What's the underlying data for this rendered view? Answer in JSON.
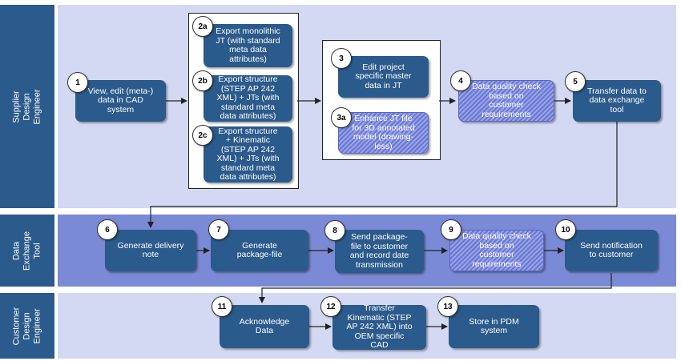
{
  "lanes": {
    "supplier": "Supplier\nDesign Engineer",
    "exchange": "Data Exchange\nTool",
    "customer": "Customer\nDesign\nEngineer"
  },
  "steps": {
    "s1": {
      "num": "1",
      "text": "View, edit (meta-)\ndata in CAD\nsystem"
    },
    "s2a": {
      "num": "2a",
      "text": "Export monolithic\nJT (with standard\nmeta data\nattributes)"
    },
    "s2b": {
      "num": "2b",
      "text": "Export structure\n(STEP AP 242\nXML) + JTs (with\nstandard meta\ndata attributes)"
    },
    "s2c": {
      "num": "2c",
      "text": "Export structure\n+ Kinematic\n(STEP AP 242\nXML) + JTs (with\nstandard meta\ndata attributes)"
    },
    "s3": {
      "num": "3",
      "text": "Edit project\nspecific master\ndata in JT"
    },
    "s3a": {
      "num": "3a",
      "text": "Enhance JT file\nfor 3D annotated\nmodel (drawing-\nless)"
    },
    "s4": {
      "num": "4",
      "text": "Data quality check\nbased on\ncustomer\nrequirements"
    },
    "s5": {
      "num": "5",
      "text": "Transfer data to\ndata exchange\ntool"
    },
    "s6": {
      "num": "6",
      "text": "Generate delivery\nnote"
    },
    "s7": {
      "num": "7",
      "text": "Generate\npackage-file"
    },
    "s8": {
      "num": "8",
      "text": "Send package-\nfile to customer\nand record date\ntransmission"
    },
    "s9": {
      "num": "9",
      "text": "Data quality check\nbased on\ncustomer\nrequirements"
    },
    "s10": {
      "num": "10",
      "text": "Send notification\nto customer"
    },
    "s11": {
      "num": "11",
      "text": "Acknowledge\nData"
    },
    "s12": {
      "num": "12",
      "text": "Transfer\nKinematic (STEP\nAP 242 XML) into\nOEM specific\nCAD"
    },
    "s13": {
      "num": "13",
      "text": "Store in PDM\nsystem"
    }
  },
  "colors": {
    "lane_label": "#2b5a8c",
    "supplier_bg": "#d3d9f3",
    "exchange_bg": "#7b8ad6",
    "customer_bg": "#d3d9f3",
    "box": "#2b5a8c",
    "hatched": "#6a78d2"
  }
}
